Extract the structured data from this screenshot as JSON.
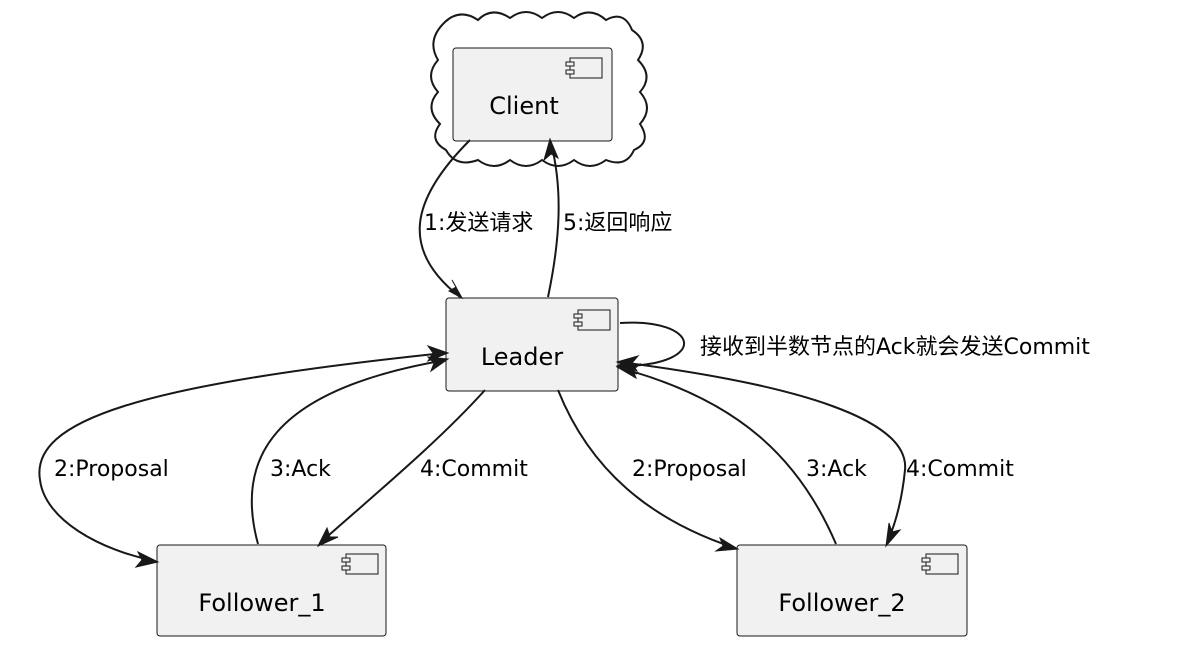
{
  "nodes": {
    "client": "Client",
    "leader": "Leader",
    "follower_1": "Follower_1",
    "follower_2": "Follower_2"
  },
  "edges": {
    "send_request": "1:发送请求",
    "return_response": "5:返回响应",
    "leader_self": "接收到半数节点的Ack就会发送Commit",
    "f1_proposal": "2:Proposal",
    "f1_ack": "3:Ack",
    "f1_commit": "4:Commit",
    "f2_proposal": "2:Proposal",
    "f2_ack": "3:Ack",
    "f2_commit": "4:Commit"
  },
  "icons": {
    "component": "component-icon",
    "cloud": "cloud-container"
  }
}
